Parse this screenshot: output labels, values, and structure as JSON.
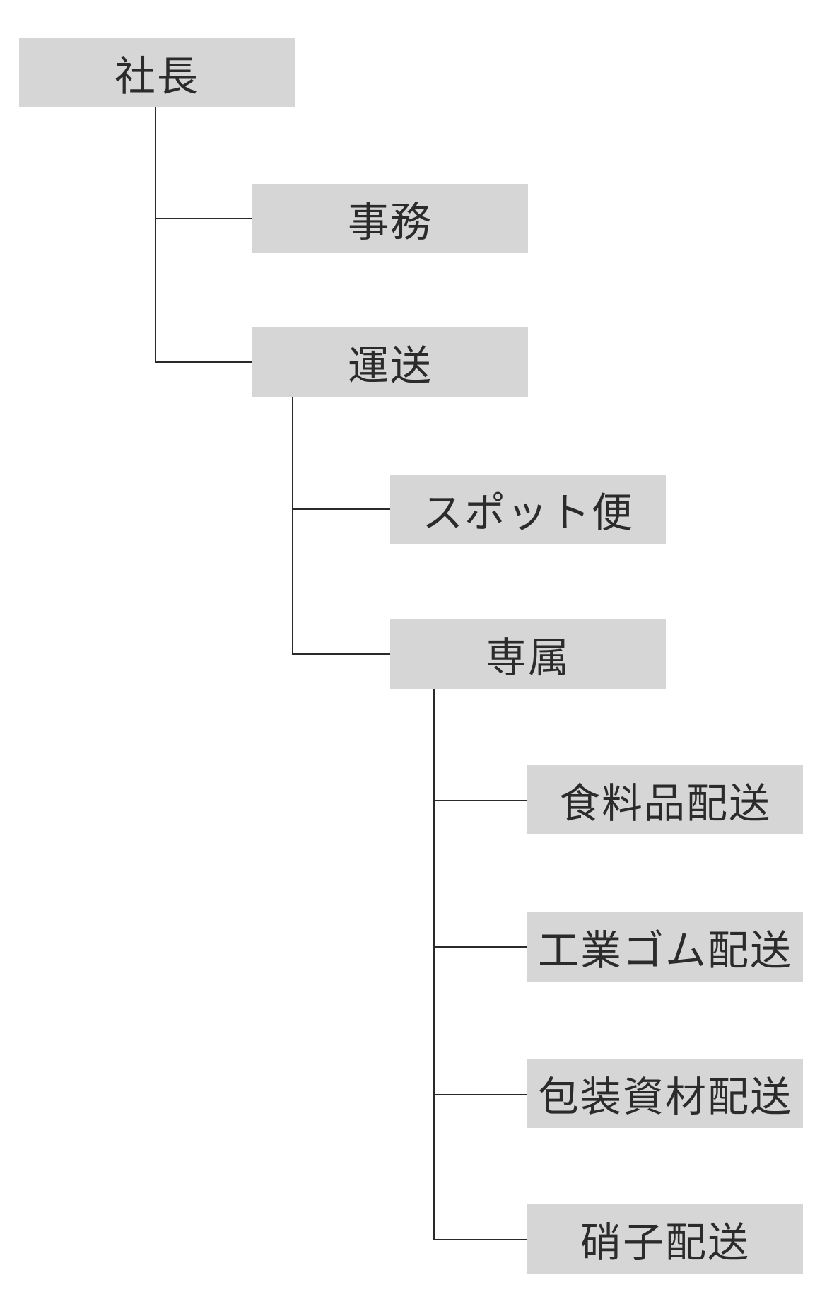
{
  "nodes": {
    "president": "社長",
    "office": "事務",
    "transport": "運送",
    "spot": "スポット便",
    "exclusive": "専属",
    "food": "食料品配送",
    "rubber": "工業ゴム配送",
    "packaging": "包装資材配送",
    "glass": "硝子配送"
  },
  "colors": {
    "box": "#d6d6d6",
    "text": "#2b2b2b",
    "line": "#2a2a2a",
    "background": "#ffffff"
  }
}
